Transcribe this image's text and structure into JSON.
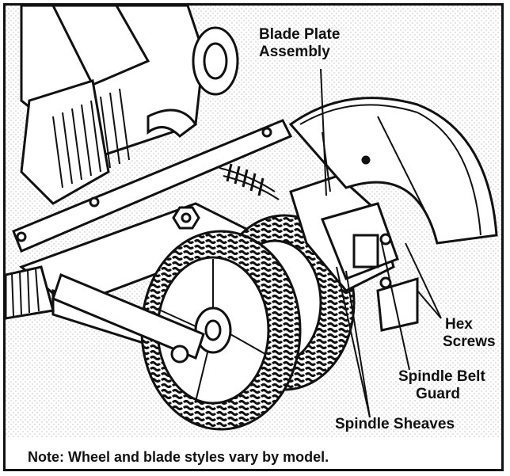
{
  "labels": {
    "blade_plate_line1": "Blade Plate",
    "blade_plate_line2": "Assembly",
    "hex_line1": "Hex",
    "hex_line2": "Screws",
    "spindle_belt_line1": "Spindle Belt",
    "spindle_belt_line2": "Guard",
    "spindle_sheaves": "Spindle Sheaves"
  },
  "note": "Note: Wheel and blade styles vary by model.",
  "colors": {
    "ink": "#111111",
    "paper": "#ffffff",
    "stipple": "#bdbdbd"
  }
}
